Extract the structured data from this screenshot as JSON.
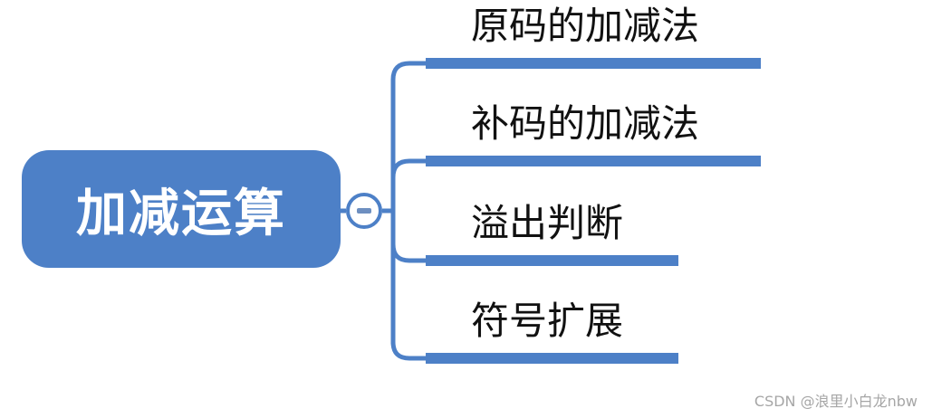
{
  "root": {
    "label": "加减运算"
  },
  "toggle": {
    "icon": "minus-icon",
    "state": "expanded"
  },
  "branches": [
    {
      "label": "原码的加减法"
    },
    {
      "label": "补码的加减法"
    },
    {
      "label": "溢出判断"
    },
    {
      "label": "符号扩展"
    }
  ],
  "watermark": "CSDN @浪里小白龙nbw",
  "colors": {
    "accent": "#4d80c7",
    "text": "#111111",
    "watermark": "#a6a6a6"
  }
}
